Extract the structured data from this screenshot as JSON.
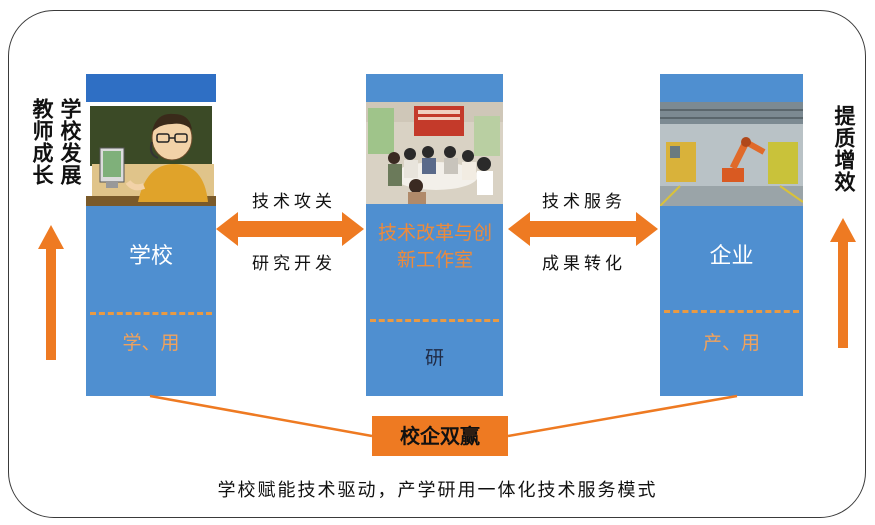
{
  "left_side": {
    "col1": "学校发展",
    "col2": "教师成长"
  },
  "right_side": {
    "label": "提质增效"
  },
  "school": {
    "name": "学校",
    "role": "学、用"
  },
  "studio": {
    "name": "技术改革与创新工作室",
    "role": "研"
  },
  "enterprise": {
    "name": "企业",
    "role": "产、用"
  },
  "left_arrow": {
    "top": "技术攻关",
    "bottom": "研究开发"
  },
  "right_arrow": {
    "top": "技术服务",
    "bottom": "成果转化"
  },
  "center": {
    "label": "校企双赢"
  },
  "caption": "学校赋能技术驱动，产学研用一体化技术服务模式",
  "colors": {
    "panel_blue": "#4f8fd0",
    "accent_orange": "#ee7a22",
    "frame": "#3a3a3a"
  },
  "icons": {
    "school_photo": "teacher-at-computer-illustration",
    "studio_photo": "meeting-room-photo",
    "enterprise_photo": "robotic-factory-photo"
  }
}
